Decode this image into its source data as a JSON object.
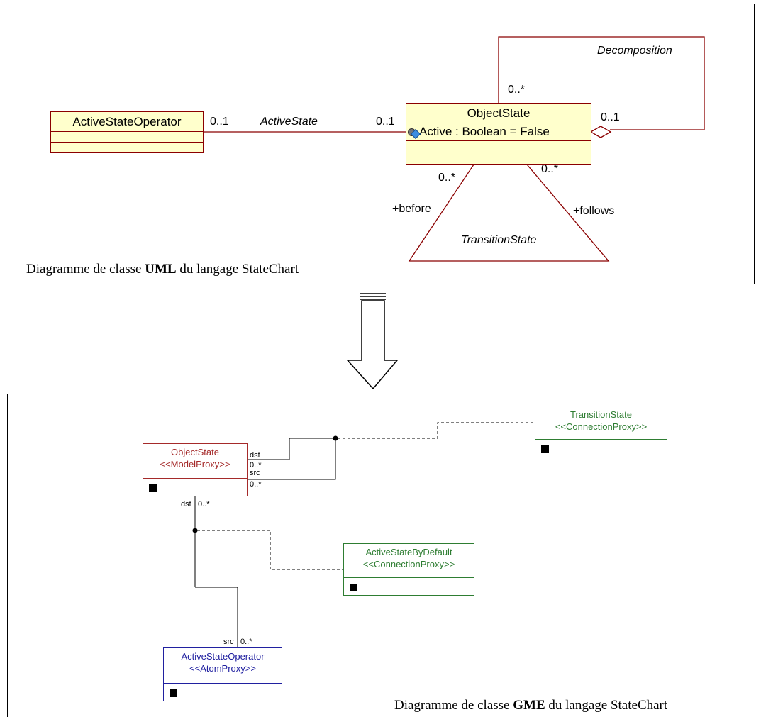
{
  "uml": {
    "caption_prefix": "Diagramme de classe ",
    "caption_bold": "UML",
    "caption_suffix": " du langage StateChart",
    "classes": {
      "active_state_operator": {
        "name": "ActiveStateOperator"
      },
      "object_state": {
        "name": "ObjectState",
        "attribute": "Active : Boolean = False"
      }
    },
    "labels": {
      "mult_left": "0..1",
      "active_state": "ActiveState",
      "mult_right": "0..1",
      "decomposition": "Decomposition",
      "mult_top": "0..*",
      "mult_agg": "0..1",
      "mult_before": "0..*",
      "mult_follows": "0..*",
      "before": "+before",
      "follows": "+follows",
      "transition_state": "TransitionState"
    },
    "colors": {
      "class_fill": "#ffffcc",
      "class_border": "#8b0000"
    }
  },
  "gme": {
    "caption_prefix": "Diagramme de classe ",
    "caption_bold": "GME",
    "caption_suffix": " du langage StateChart",
    "boxes": {
      "object_state": {
        "title": "ObjectState",
        "stereotype": "<<ModelProxy>>",
        "color": "#a52a2a"
      },
      "transition_state": {
        "title": "TransitionState",
        "stereotype": "<<ConnectionProxy>>",
        "color": "#2e7d32"
      },
      "active_by_default": {
        "title": "ActiveStateByDefault",
        "stereotype": "<<ConnectionProxy>>",
        "color": "#2e7d32"
      },
      "active_operator": {
        "title": "ActiveStateOperator",
        "stereotype": "<<AtomProxy>>",
        "color": "#2020a0"
      }
    },
    "labels": {
      "dst_right": "dst",
      "mult_dst_right": "0..*",
      "src_right": "src",
      "mult_src_right": "0..*",
      "dst_bottom": "dst",
      "mult_dst_bottom": "0..*",
      "src_operator": "src",
      "mult_src_operator": "0..*"
    }
  }
}
